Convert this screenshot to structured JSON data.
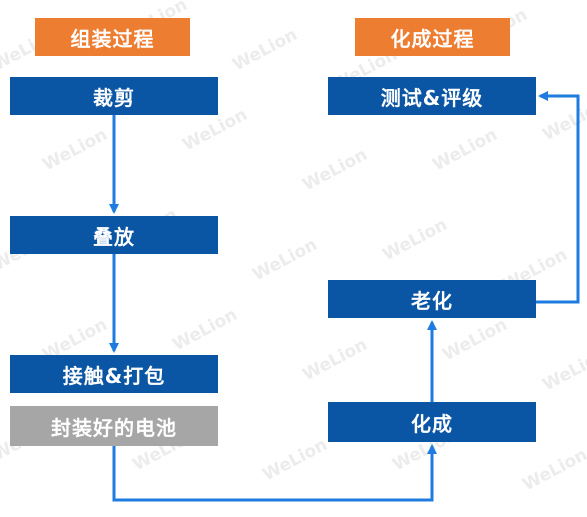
{
  "watermark": "WeLion",
  "headers": {
    "assembly": "组装过程",
    "formation": "化成过程"
  },
  "steps": {
    "cut": "裁剪",
    "stack": "叠放",
    "contact_pack": "接触&打包",
    "sealed_battery": "封装好的电池",
    "formation": "化成",
    "aging": "老化",
    "test_grade": "测试&评级"
  },
  "colors": {
    "header": "#ED7D31",
    "step": "#0B56A4",
    "output": "#A6A6A6",
    "arrow": "#1E7BE0"
  }
}
